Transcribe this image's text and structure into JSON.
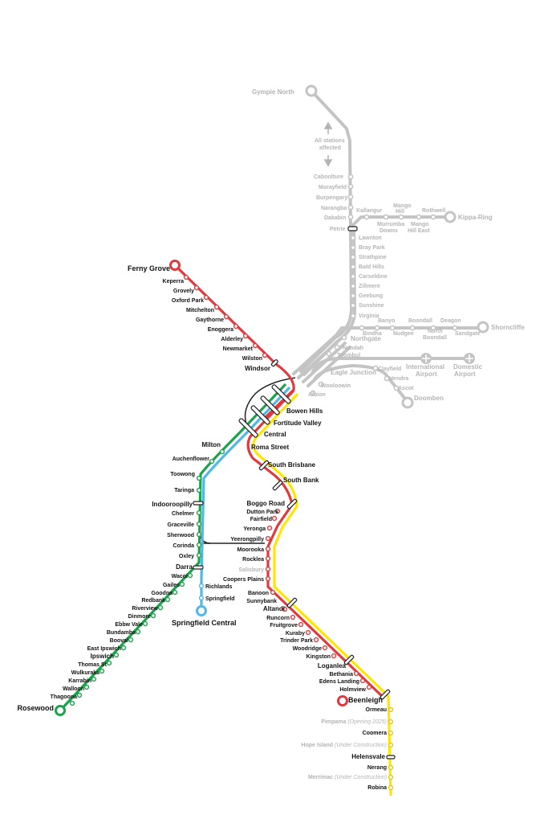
{
  "colors": {
    "grey": "#c0c0c0",
    "red": "#e03a3e",
    "yellow": "#ffe600",
    "green": "#1aa34a",
    "blue": "#4fb8e8",
    "black": "#222222"
  },
  "labels": {
    "gympie_north": "Gympie North",
    "all_stations_1": "All stations",
    "all_stations_2": "affected",
    "caboolture": "Caboolture",
    "morayfield": "Morayfield",
    "burpengary": "Burpengary",
    "narangba": "Narangba",
    "dakabin": "Dakabin",
    "petrie": "Petrie",
    "kallangur": "Kallangur",
    "murrumba_1": "Murrumba",
    "murrumba_2": "Downs",
    "mango_hill_1": "Mango",
    "mango_hill_2": "Hill",
    "mango_hill_east_1": "Mango",
    "mango_hill_east_2": "Hill East",
    "rothwell": "Rothwell",
    "kippa_ring": "Kippa-Ring",
    "lawnton": "Lawnton",
    "bray_park": "Bray Park",
    "strathpine": "Strathpine",
    "bald_hills": "Bald Hills",
    "carseldine": "Carseldine",
    "zillmere": "Zillmere",
    "geebung": "Geebung",
    "sunshine": "Sunshine",
    "virginia": "Virginia",
    "bindha": "Bindha",
    "banyo": "Banyo",
    "nudgee": "Nudgee",
    "boondall": "Boondall",
    "north_boondall_1": "North",
    "north_boondall_2": "Boondall",
    "deagon": "Deagon",
    "sandgate": "Sandgate",
    "shorncliffe": "Shorncliffe",
    "northgate": "Northgate",
    "nundah": "Nundah",
    "toombul": "Toombul",
    "eagle_junction": "Eagle Junction",
    "clayfield": "Clayfield",
    "hendra": "Hendra",
    "ascot": "Ascot",
    "doomben": "Doomben",
    "intl_1": "International",
    "intl_2": "Airport",
    "dom_1": "Domestic",
    "dom_2": "Airport",
    "wooloowin": "Wooloowin",
    "albion": "Albion",
    "ferny_grove": "Ferny Grove",
    "keperra": "Keperra",
    "grovely": "Grovely",
    "oxford_park": "Oxford Park",
    "mitchelton": "Mitchelton",
    "gaythorne": "Gaythorne",
    "enoggera": "Enoggera",
    "alderley": "Alderley",
    "newmarket": "Newmarket",
    "wilston": "Wilston",
    "windsor": "Windsor",
    "bowen_hills": "Bowen Hills",
    "fortitude_valley": "Fortitude Valley",
    "central": "Central",
    "roma_street": "Roma Street",
    "milton": "Milton",
    "auchenflower": "Auchenflower",
    "toowong": "Toowong",
    "taringa": "Taringa",
    "indooroopilly": "Indooroopilly",
    "chelmer": "Chelmer",
    "graceville": "Graceville",
    "sherwood": "Sherwood",
    "corinda": "Corinda",
    "oxley": "Oxley",
    "darra": "Darra",
    "richlands": "Richlands",
    "springfield": "Springfield",
    "springfield_central": "Springfield Central",
    "wacol": "Wacol",
    "gailes": "Gailes",
    "goodna": "Goodna",
    "redbank": "Redbank",
    "riverview": "Riverview",
    "dinmore": "Dinmore",
    "ebbw_vale": "Ebbw Vale",
    "bundamba": "Bundamba",
    "booval": "Booval",
    "east_ipswich": "East Ipswich",
    "ipswich": "Ipswich",
    "thomas_st": "Thomas St",
    "wulkuraka": "Wulkuraka",
    "karrabin": "Karrabin",
    "walloon": "Walloon",
    "thagoona": "Thagoona",
    "rosewood": "Rosewood",
    "south_brisbane": "South Brisbane",
    "south_bank": "South Bank",
    "boggo_road": "Boggo Road",
    "dutton_park": "Dutton Park",
    "fairfield": "Fairfield",
    "yeronga": "Yeronga",
    "yeerongpilly": "Yeerongpilly",
    "moorooka": "Moorooka",
    "rocklea": "Rocklea",
    "salisbury": "Salisbury",
    "coopers_plains": "Coopers Plains",
    "banoon": "Banoon",
    "sunnybank": "Sunnybank",
    "altandi": "Altandi",
    "runcorn": "Runcorn",
    "fruitgrove": "Fruitgrove",
    "kuraby": "Kuraby",
    "trinder_park": "Trinder Park",
    "woodridge": "Woodridge",
    "kingston": "Kingston",
    "loganlea": "Loganlea",
    "bethania": "Bethania",
    "edens_landing": "Edens Landing",
    "holmview": "Holmview",
    "beenleigh": "Beenleigh",
    "ormeau": "Ormeau",
    "pimpama": "Pimpama",
    "pimpama_note": " (Opening 2025)",
    "coomera": "Coomera",
    "hope_island": "Hope Island",
    "hope_island_note": " (Under Construction)",
    "helensvale": "Helensvale",
    "nerang": "Nerang",
    "merrimac": "Merrimac",
    "merrimac_note": " (Under Construction)",
    "robina": "Robina"
  }
}
